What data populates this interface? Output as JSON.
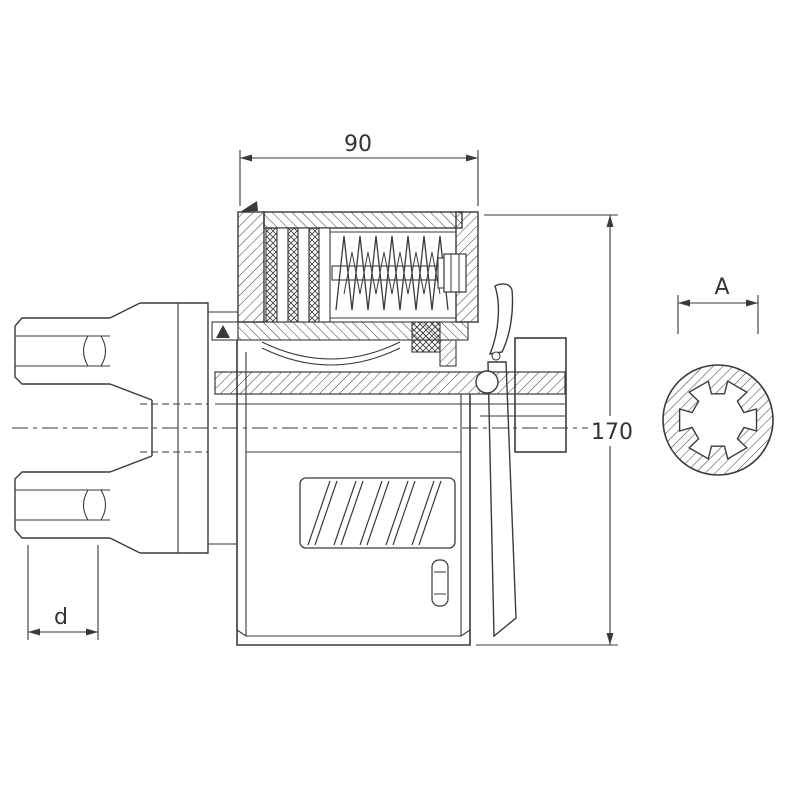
{
  "drawing": {
    "kind": "technical-cross-section",
    "dimensions": {
      "clutch_length": "90",
      "overall_diameter": "170",
      "spline_bore": "A",
      "yoke_bore": "d"
    },
    "colors": {
      "line": "#3a3a3a",
      "background": "#ffffff"
    }
  }
}
